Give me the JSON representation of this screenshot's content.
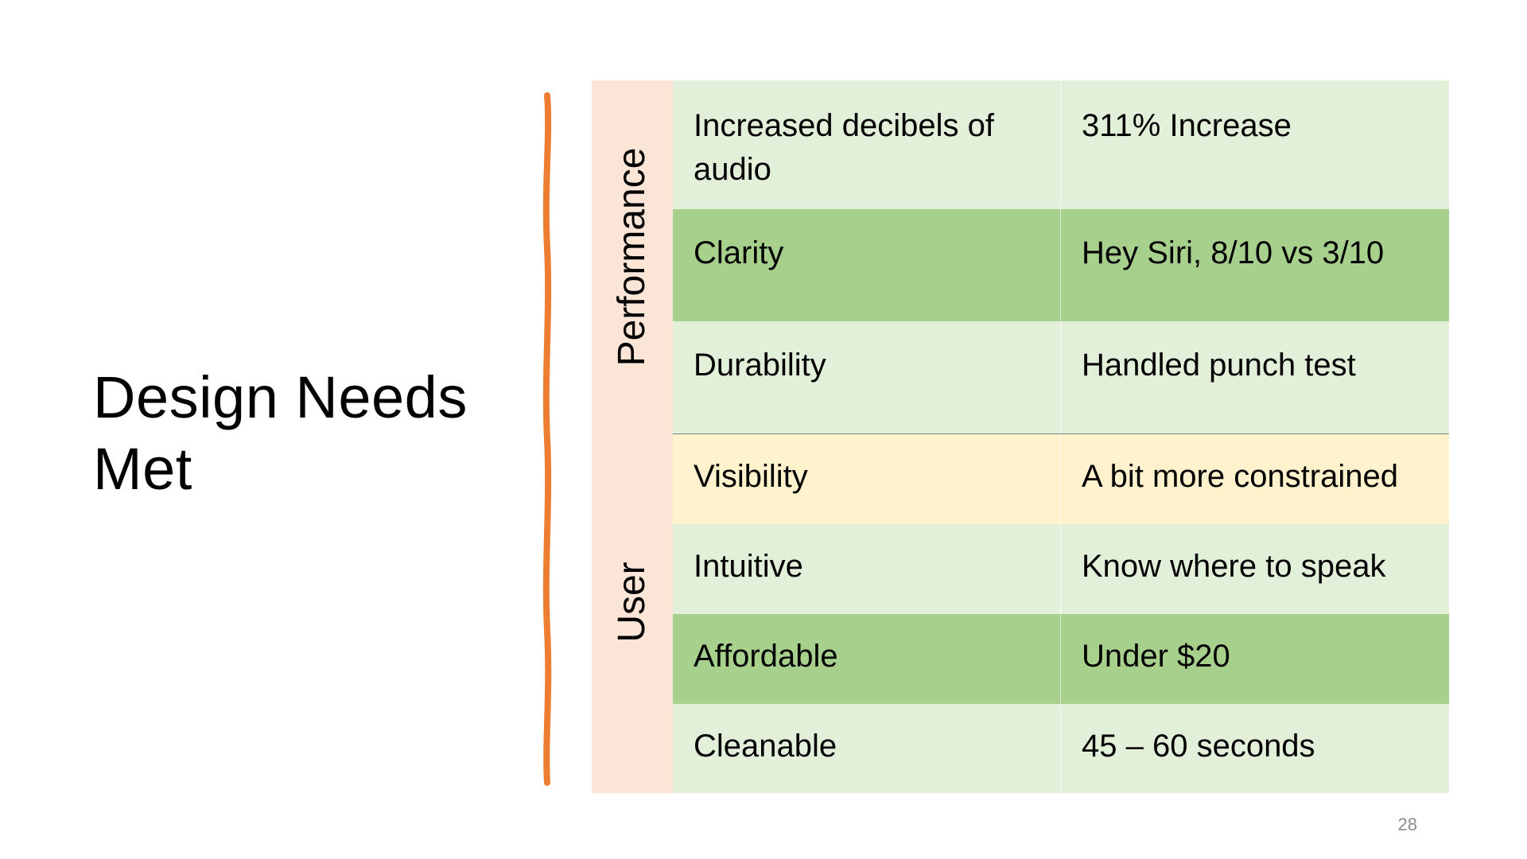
{
  "slide": {
    "title": "Design Needs Met",
    "page_number": "28",
    "colors": {
      "bracket": "#ed7d31",
      "group_label_bg": "#fbe5d6",
      "row_light": "#e2efd9",
      "row_dark": "#a8d08d",
      "row_highlight": "#fff2cc"
    }
  },
  "table": {
    "groups": [
      {
        "label": "Performance",
        "rows": [
          {
            "label": "Increased decibels of audio",
            "value": "311% Increase",
            "shade": "light"
          },
          {
            "label": "Clarity",
            "value": "Hey Siri, 8/10 vs 3/10",
            "shade": "dark"
          },
          {
            "label": "Durability",
            "value": "Handled punch test",
            "shade": "light"
          }
        ]
      },
      {
        "label": "User",
        "rows": [
          {
            "label": "Visibility",
            "value": "A bit more constrained",
            "shade": "yellow"
          },
          {
            "label": "Intuitive",
            "value": "Know where to speak",
            "shade": "light"
          },
          {
            "label": "Affordable",
            "value": "Under $20",
            "shade": "dark"
          },
          {
            "label": "Cleanable",
            "value": "45 – 60 seconds",
            "shade": "light"
          }
        ]
      }
    ]
  }
}
